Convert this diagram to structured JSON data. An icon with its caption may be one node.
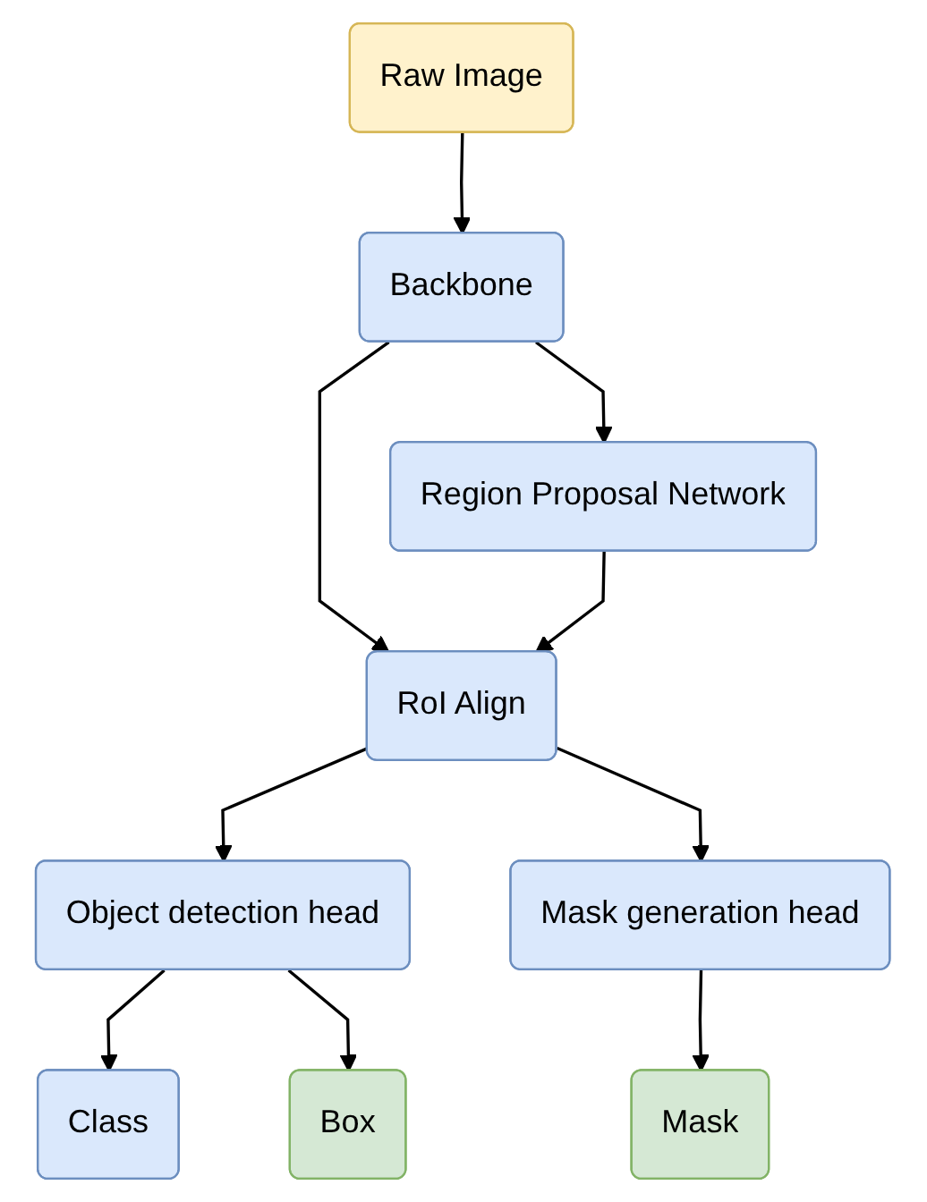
{
  "diagram": {
    "nodes": [
      {
        "text": [
          "Raw Image"
        ]
      },
      {
        "text": [
          "Backbone"
        ]
      },
      {
        "text": [
          "Region Proposal Network"
        ]
      },
      {
        "text": [
          "RoI Align"
        ]
      },
      {
        "text": [
          "Object detection head"
        ]
      },
      {
        "text": [
          "Mask generation head"
        ]
      },
      {
        "text": [
          "Class"
        ]
      },
      {
        "text": [
          "Box"
        ]
      },
      {
        "text": [
          "Mask"
        ]
      }
    ],
    "edges": [
      {
        "from": 0,
        "to": 1,
        "arrow": "to"
      },
      {
        "from": 1,
        "to": 3,
        "arrow": "to"
      },
      {
        "from": 1,
        "to": 2,
        "arrow": "to"
      },
      {
        "from": 2,
        "to": 3,
        "arrow": "to"
      },
      {
        "from": 3,
        "to": 4,
        "arrow": "to"
      },
      {
        "from": 3,
        "to": 5,
        "arrow": "to"
      },
      {
        "from": 4,
        "to": 6,
        "arrow": "to"
      },
      {
        "from": 4,
        "to": 7,
        "arrow": "to"
      },
      {
        "from": 5,
        "to": 8,
        "arrow": "to"
      }
    ]
  }
}
